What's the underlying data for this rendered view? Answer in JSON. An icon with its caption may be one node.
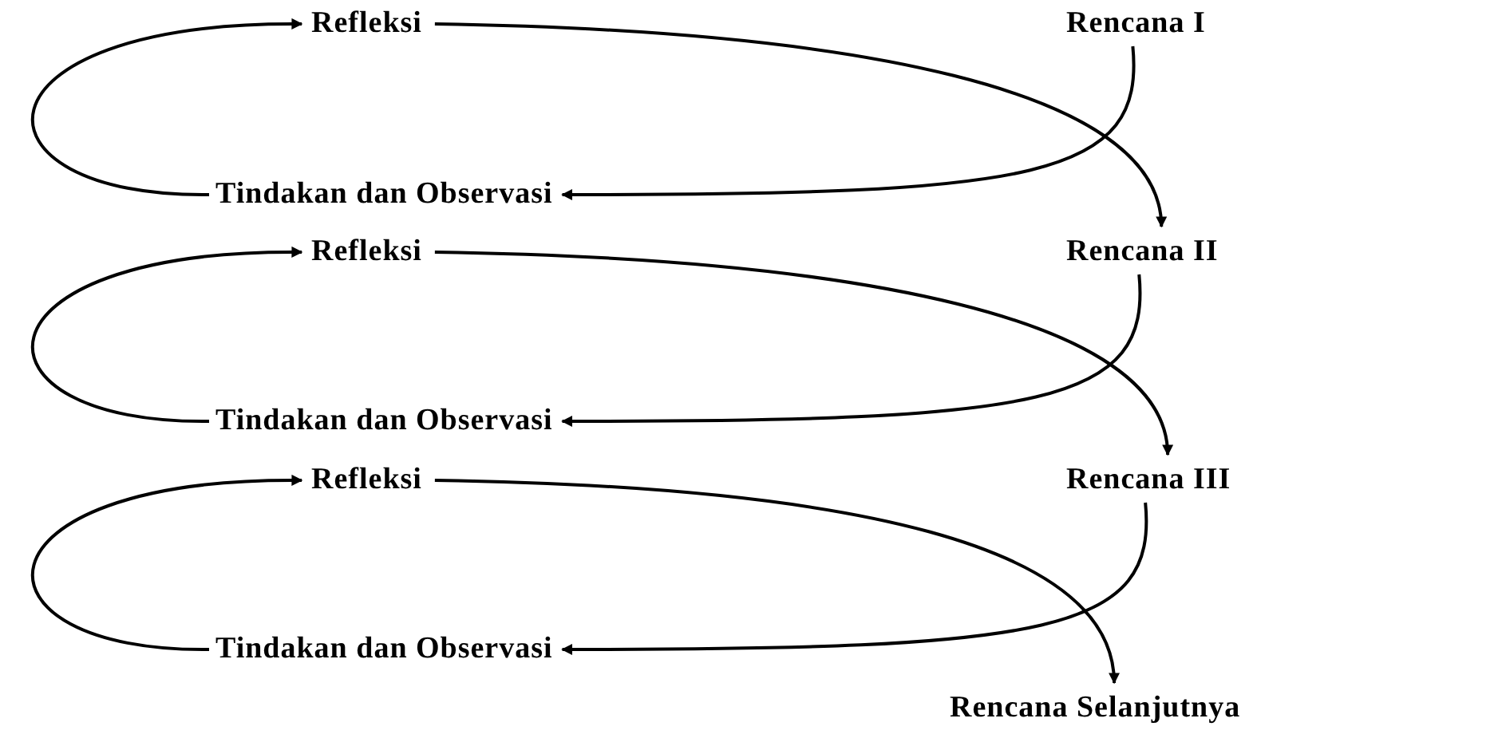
{
  "diagram": {
    "nodes": [
      {
        "text": [
          "Refleksi"
        ]
      },
      {
        "text": [
          "Rencana I"
        ]
      },
      {
        "text": [
          "Tindakan dan Observasi"
        ]
      },
      {
        "text": [
          "Refleksi"
        ]
      },
      {
        "text": [
          "Rencana II"
        ]
      },
      {
        "text": [
          "Tindakan dan Observasi"
        ]
      },
      {
        "text": [
          "Refleksi"
        ]
      },
      {
        "text": [
          "Rencana III"
        ]
      },
      {
        "text": [
          "Tindakan dan Observasi"
        ]
      },
      {
        "text": [
          "Rencana Selanjutnya"
        ]
      }
    ],
    "edges": [
      {
        "from": 1,
        "to": 2,
        "arrow": "to"
      },
      {
        "from": 2,
        "to": 0,
        "arrow": "to"
      },
      {
        "from": 0,
        "to": 4,
        "arrow": "to"
      },
      {
        "from": 4,
        "to": 5,
        "arrow": "to"
      },
      {
        "from": 5,
        "to": 3,
        "arrow": "to"
      },
      {
        "from": 3,
        "to": 7,
        "arrow": "to"
      },
      {
        "from": 7,
        "to": 8,
        "arrow": "to"
      },
      {
        "from": 8,
        "to": 6,
        "arrow": "to"
      },
      {
        "from": 6,
        "to": 9,
        "arrow": "to"
      }
    ]
  }
}
